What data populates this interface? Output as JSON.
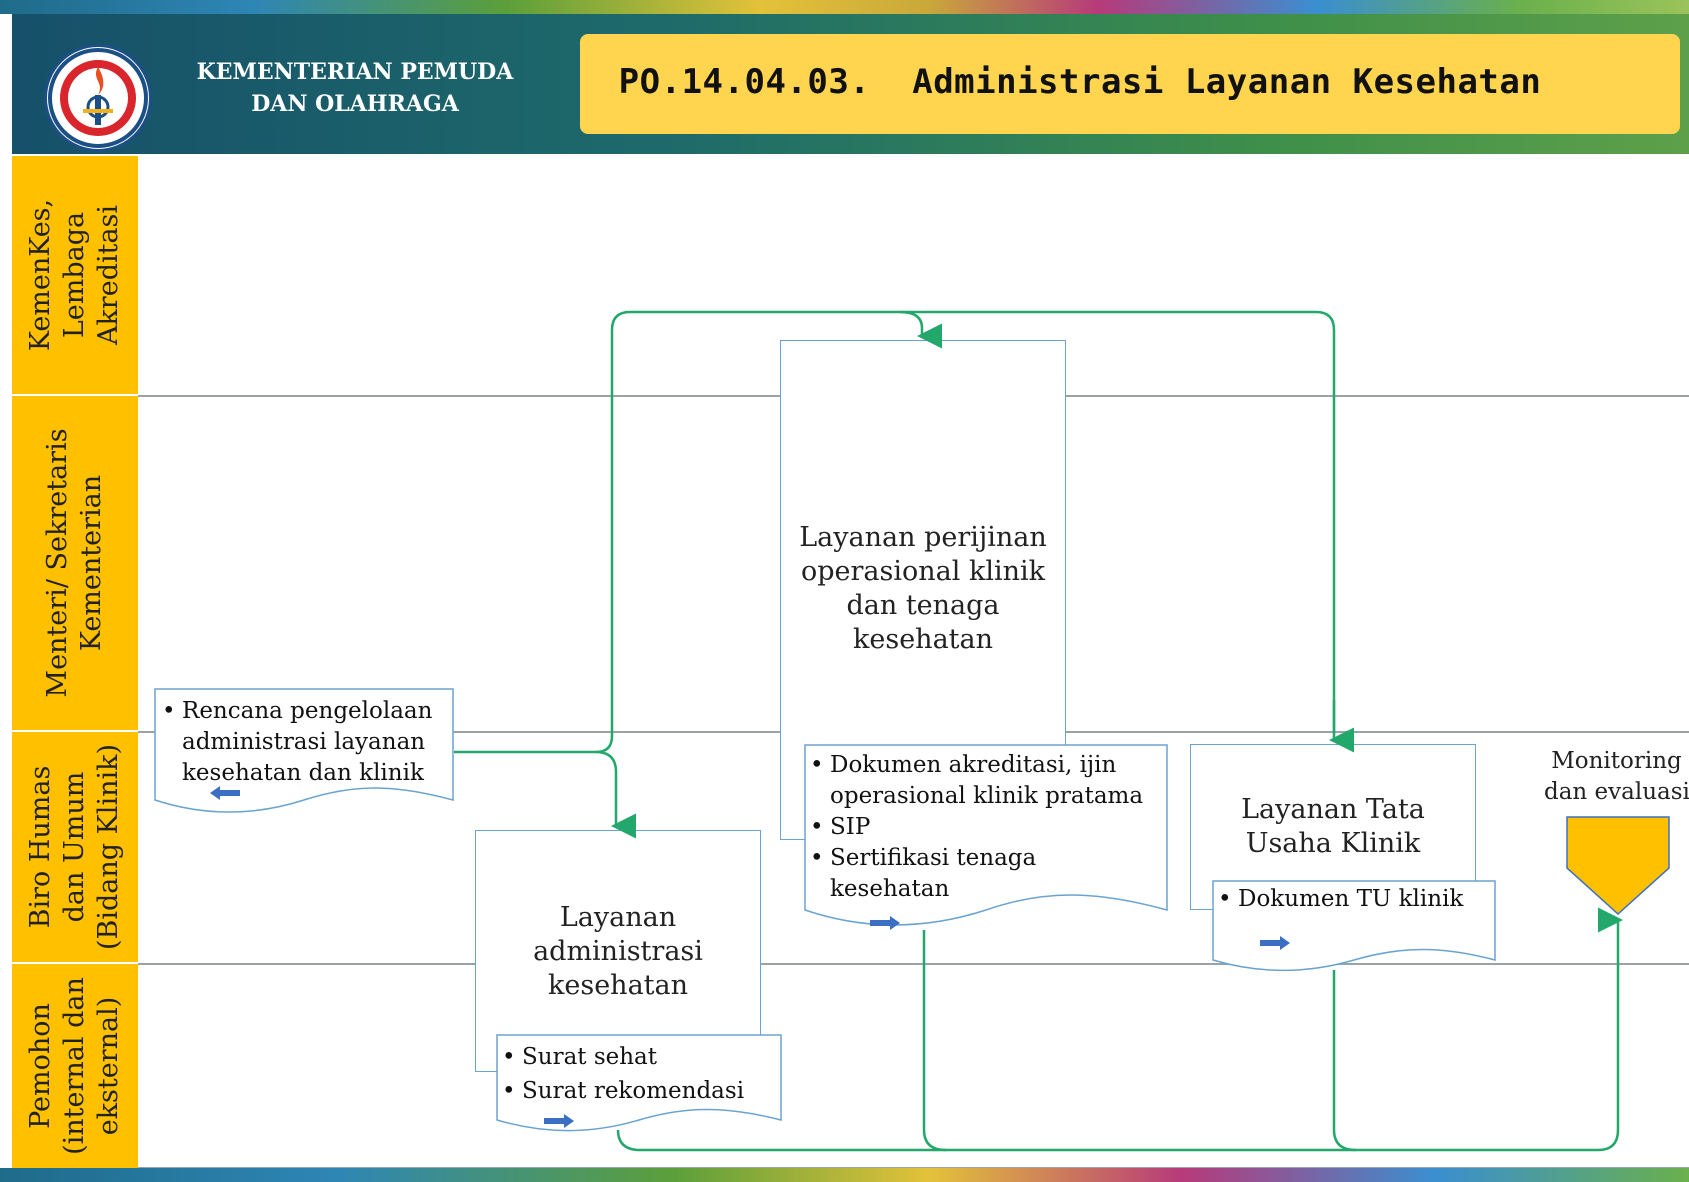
{
  "header": {
    "org_name": "KEMENTERIAN PEMUDA\nDAN OLAHRAGA",
    "title": "PO.14.04.03.  Administrasi Layanan Kesehatan"
  },
  "lanes": [
    {
      "label": "KemenKes,\nLembaga\nAkreditasi"
    },
    {
      "label": "Menteri/ Sekretaris\nKementerian"
    },
    {
      "label": "Biro Humas\ndan Umum\n(Bidang Klinik)"
    },
    {
      "label": "Pemohon\n(internal dan\neksternal)"
    }
  ],
  "processes": {
    "perijinan": "Layanan perijinan\noperasional klinik\ndan tenaga\nkesehatan",
    "administrasi": "Layanan\nadministrasi\nkesehatan",
    "tata_usaha": "Layanan Tata\nUsaha Klinik"
  },
  "documents": {
    "rencana": [
      "Rencana pengelolaan\nadministrasi layanan\nkesehatan dan klinik"
    ],
    "akreditasi": [
      "Dokumen akreditasi, ijin\noperasional klinik pratama",
      "SIP",
      "Sertifikasi tenaga\nkesehatan"
    ],
    "surat": [
      "Surat sehat",
      "Surat rekomendasi"
    ],
    "tu": [
      "Dokumen TU klinik"
    ]
  },
  "end": {
    "label": "Monitoring\ndan evaluasi"
  },
  "colors": {
    "lane_label_bg": "#ffc000",
    "flow_line": "#22a86a",
    "box_border": "#6aa3cf",
    "doc_arrow": "#3b6fc4",
    "end_shape": "#ffc000",
    "title_bg": "#ffd54f"
  }
}
